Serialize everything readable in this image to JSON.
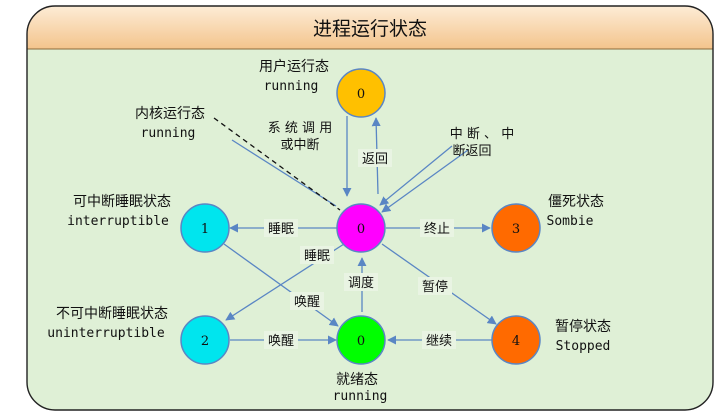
{
  "title": "进程运行状态",
  "states": {
    "running_user": {
      "label": "0",
      "cn": "用户运行态",
      "en": "running"
    },
    "running_kernel": {
      "label": "0",
      "cn": "内核运行态",
      "en": "running"
    },
    "interruptible": {
      "label": "1",
      "cn": "可中断睡眠状态",
      "en": "interruptible"
    },
    "uninterruptible": {
      "label": "2",
      "cn": "不可中断睡眠状态",
      "en": "uninterruptible"
    },
    "ready": {
      "label": "0",
      "cn": "就绪态",
      "en": "running"
    },
    "zombie": {
      "label": "3",
      "cn": "僵死状态",
      "en": "Sombie"
    },
    "stopped": {
      "label": "4",
      "cn": "暂停状态",
      "en": "Stopped"
    }
  },
  "edges": {
    "syscall_line1": "系 统 调 用",
    "syscall_line2": "或中断",
    "return": "返回",
    "interrupt_line1": "中 断 、 中",
    "interrupt_line2": "断返回",
    "sleep_top": "睡眠",
    "sleep_diag": "睡眠",
    "terminate": "终止",
    "pause": "暂停",
    "schedule": "调度",
    "wakeup_diag": "唤醒",
    "wakeup_bottom": "唤醒",
    "continue": "继续"
  },
  "colors": {
    "background": "#dff0d6",
    "header_top": "#fdecd6",
    "header_bottom": "#f3c48c",
    "arrow": "#5a86c4",
    "running": "#ff00ff",
    "user": "#ffc000",
    "sleep": "#00e5ee",
    "ready": "#00ff00",
    "orange": "#ff6a00"
  }
}
